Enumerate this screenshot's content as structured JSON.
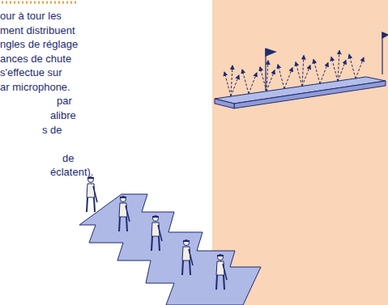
{
  "diagram": {
    "labels": [
      "our à tour les",
      "ment distribuent",
      "ngles de réglage",
      "ances de chute",
      "s'effectue sur",
      "ar microphone.",
      "par",
      "alibre",
      "s de",
      "de",
      "éclatent)."
    ]
  }
}
